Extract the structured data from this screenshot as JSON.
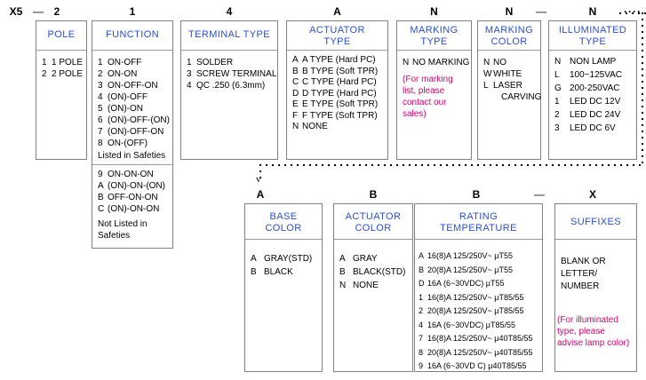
{
  "diagram": {
    "title_code": "X5",
    "row1_codes": [
      {
        "name": "prefix",
        "value": "X5"
      },
      {
        "name": "separator-1",
        "value": "—"
      },
      {
        "name": "pole-code",
        "value": "2"
      },
      {
        "name": "function-code",
        "value": "1"
      },
      {
        "name": "terminal-type-code",
        "value": "4"
      },
      {
        "name": "actuator-type-code",
        "value": "A"
      },
      {
        "name": "marking-type-code",
        "value": "N"
      },
      {
        "name": "marking-color-code",
        "value": "N"
      },
      {
        "name": "separator-2",
        "value": "—"
      },
      {
        "name": "illuminated-type-code",
        "value": "N"
      },
      {
        "name": "continuation",
        "value": "····"
      }
    ],
    "row2_codes": [
      {
        "name": "base-color-code",
        "value": "A"
      },
      {
        "name": "actuator-color-code",
        "value": "B"
      },
      {
        "name": "rating-temperature-code",
        "value": "B"
      },
      {
        "name": "separator-3",
        "value": "—"
      },
      {
        "name": "suffixes-code",
        "value": "X"
      }
    ],
    "colors": {
      "header_text": "#2b4fd0",
      "note_text": "#d6006e",
      "box_border": "#808080",
      "body_text": "#000000"
    }
  },
  "boxes": {
    "pole": {
      "title": "POLE",
      "options": [
        {
          "key": "1",
          "value": "1 POLE"
        },
        {
          "key": "2",
          "value": "2 POLE"
        }
      ]
    },
    "function": {
      "title": "FUNCTION",
      "options": [
        {
          "key": "1",
          "value": "ON-OFF"
        },
        {
          "key": "2",
          "value": "ON-ON"
        },
        {
          "key": "3",
          "value": "ON-OFF-ON"
        },
        {
          "key": "4",
          "value": "(ON)-OFF"
        },
        {
          "key": "5",
          "value": "(ON)-ON"
        },
        {
          "key": "6",
          "value": "(ON)-OFF-(ON)"
        },
        {
          "key": "7",
          "value": "(ON)-OFF-ON"
        },
        {
          "key": "8",
          "value": "ON-(OFF)"
        }
      ],
      "group1_note": "Listed in Safeties",
      "options2": [
        {
          "key": "9",
          "value": "ON-ON-ON"
        },
        {
          "key": "A",
          "value": "(ON)-ON-(ON)"
        },
        {
          "key": "B",
          "value": "OFF-ON-ON"
        },
        {
          "key": "C",
          "value": "(ON)-ON-ON"
        }
      ],
      "group2_note_line1": "Not Listed in",
      "group2_note_line2": "Safeties"
    },
    "terminal_type": {
      "title": "TERMINAL TYPE",
      "options": [
        {
          "key": "1",
          "value": "SOLDER"
        },
        {
          "key": "3",
          "value": "SCREW TERMINAL"
        },
        {
          "key": "4",
          "value": "QC .250  (6.3mm)"
        }
      ]
    },
    "actuator_type": {
      "title_line1": "ACTUATOR",
      "title_line2": "TYPE",
      "options": [
        {
          "key": "A",
          "value": "A TYPE (Hard PC)"
        },
        {
          "key": "B",
          "value": "B TYPE (Soft TPR)"
        },
        {
          "key": "C",
          "value": "C TYPE (Hard PC)"
        },
        {
          "key": "D",
          "value": "D TYPE (Hard PC)"
        },
        {
          "key": "E",
          "value": "E TYPE (Soft TPR)"
        },
        {
          "key": "F",
          "value": "F TYPE (Soft TPR)"
        },
        {
          "key": "N",
          "value": "NONE"
        }
      ]
    },
    "marking_type": {
      "title_line1": "MARKING",
      "title_line2": "TYPE",
      "options": [
        {
          "key": "N",
          "value": "NO MARKING"
        }
      ],
      "note": "(For marking list, please contact our sales)"
    },
    "marking_color": {
      "title_line1": "MARKING",
      "title_line2": "COLOR",
      "options": [
        {
          "key": "N",
          "value": "NO"
        },
        {
          "key": "W",
          "value": "WHITE"
        },
        {
          "key": "L",
          "value": "LASER"
        },
        {
          "key": "",
          "value": "CARVING"
        }
      ]
    },
    "illuminated_type": {
      "title_line1": "ILLUMINATED",
      "title_line2": "TYPE",
      "options": [
        {
          "key": "N",
          "value": "NON LAMP"
        },
        {
          "key": "L",
          "value": "100~125VAC"
        },
        {
          "key": "G",
          "value": "200-250VAC"
        },
        {
          "key": "1",
          "value": "LED  DC 12V"
        },
        {
          "key": "2",
          "value": "LED  DC 24V"
        },
        {
          "key": "3",
          "value": "LED  DC 6V"
        }
      ]
    },
    "base_color": {
      "title_line1": "BASE",
      "title_line2": "COLOR",
      "options": [
        {
          "key": "A",
          "value": "GRAY(STD)"
        },
        {
          "key": "B",
          "value": "BLACK"
        }
      ]
    },
    "actuator_color": {
      "title_line1": "ACTUATOR",
      "title_line2": "COLOR",
      "options": [
        {
          "key": "A",
          "value": "GRAY"
        },
        {
          "key": "B",
          "value": "BLACK(STD)"
        },
        {
          "key": "N",
          "value": "NONE"
        }
      ]
    },
    "rating_temperature": {
      "title_line1": "RATING",
      "title_line2": "TEMPERATURE",
      "options": [
        {
          "key": "A",
          "value": "16(8)A 125/250V~ μT55"
        },
        {
          "key": "B",
          "value": "20(8)A 125/250V~ μT55"
        },
        {
          "key": "D",
          "value": "16A (6~30VDC) μT55"
        },
        {
          "key": "1",
          "value": "16(8)A 125/250V~ μT85/55"
        },
        {
          "key": "2",
          "value": "20(8)A 125/250V~ μT85/55"
        },
        {
          "key": "4",
          "value": "16A (6~30VDC) μT85/55"
        },
        {
          "key": "7",
          "value": "16(8)A 125/250V~ μ40T85/55"
        },
        {
          "key": "8",
          "value": "20(8)A 125/250V~ μ40T85/55"
        },
        {
          "key": "9",
          "value": "16A (6~30VD C) μ40T85/55"
        }
      ]
    },
    "suffixes": {
      "title": "SUFFIXES",
      "lines": [
        "BLANK OR",
        "LETTER/",
        "NUMBER"
      ],
      "note": "(For illuminated type, please advise lamp color)"
    }
  }
}
